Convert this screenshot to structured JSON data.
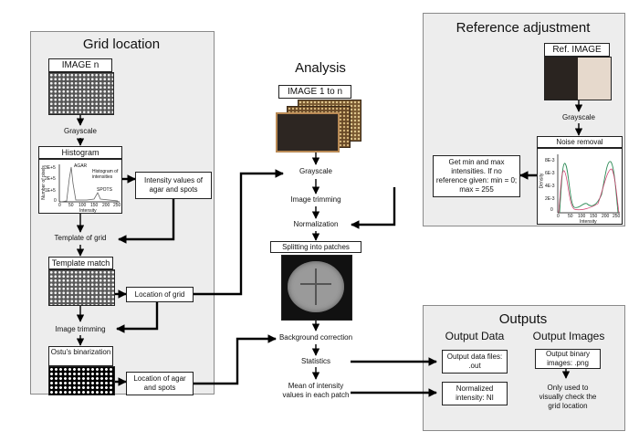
{
  "grid_location": {
    "title": "Grid location",
    "image_header": "IMAGE n",
    "step_grayscale": "Grayscale",
    "histogram_header": "Histogram",
    "histogram": {
      "ylabel": "Number of pixels",
      "yticks": [
        "3E+5",
        "2E+5",
        "1E+5",
        "0"
      ],
      "xticks": [
        "0",
        "50",
        "100",
        "150",
        "200",
        "250"
      ],
      "xlabel": "Intensity",
      "agar_label": "AGAR",
      "spots_label": "SPOTS",
      "legend": "Histogram of intensities"
    },
    "intensity_values_box": "Intensity values of agar and spots",
    "step_template": "Template of grid",
    "template_match_header": "Template match",
    "location_grid_box": "Location of grid",
    "step_trimming": "Image trimming",
    "otsu_header": "Ostu's binarization",
    "location_agar_box": "Location of agar and spots"
  },
  "analysis": {
    "title": "Analysis",
    "image_header": "IMAGE 1 to n",
    "step_grayscale": "Grayscale",
    "step_trimming": "Image trimming",
    "step_normalization": "Normalization",
    "splitting_header": "Splitting into patches",
    "step_background": "Background correction",
    "step_statistics": "Statistics",
    "step_mean": "Mean of intensity values in each patch"
  },
  "reference": {
    "title": "Reference adjustment",
    "image_header": "Ref. IMAGE",
    "step_grayscale": "Grayscale",
    "noise_header": "Noise removal",
    "noise_plot": {
      "ylabel": "Density",
      "yticks": [
        "0",
        "2E-3",
        "4E-3",
        "6E-3",
        "8E-3"
      ],
      "xticks": [
        "0",
        "50",
        "100",
        "150",
        "200",
        "250"
      ],
      "xlabel": "Intensity"
    },
    "minmax_box": "Get min and max intensities. If no reference given: min = 0; max = 255"
  },
  "outputs": {
    "title": "Outputs",
    "data_title": "Output Data",
    "images_title": "Output Images",
    "data_files_box": "Output data files: .out",
    "normalized_box": "Normalized intensity: NI",
    "binary_box": "Output binary images: .png",
    "note": "Only used to visually check the grid location"
  }
}
